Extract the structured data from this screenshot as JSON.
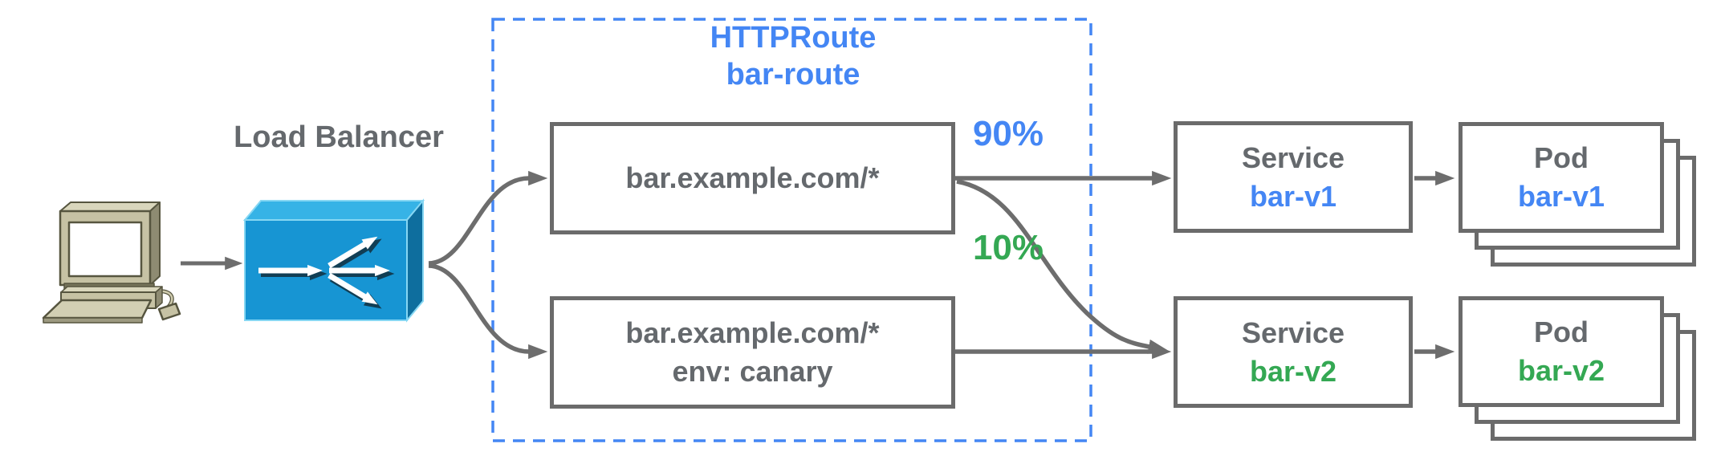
{
  "diagram": {
    "load_balancer_label": "Load Balancer",
    "httproute": {
      "kind": "HTTPRoute",
      "name": "bar-route",
      "rules": [
        {
          "match": "bar.example.com/*"
        },
        {
          "match": "bar.example.com/*",
          "header": "env: canary"
        }
      ]
    },
    "weights": {
      "to_v1": "90%",
      "to_v2": "10%"
    },
    "services": [
      {
        "kind": "Service",
        "name": "bar-v1"
      },
      {
        "kind": "Service",
        "name": "bar-v2"
      }
    ],
    "pods": [
      {
        "kind": "Pod",
        "name": "bar-v1"
      },
      {
        "kind": "Pod",
        "name": "bar-v2"
      }
    ],
    "colors": {
      "accent_blue": "#4486f4",
      "accent_green": "#34a853",
      "neutral_gray": "#6b6b6b",
      "load_balancer_blue": "#1795d3"
    }
  }
}
